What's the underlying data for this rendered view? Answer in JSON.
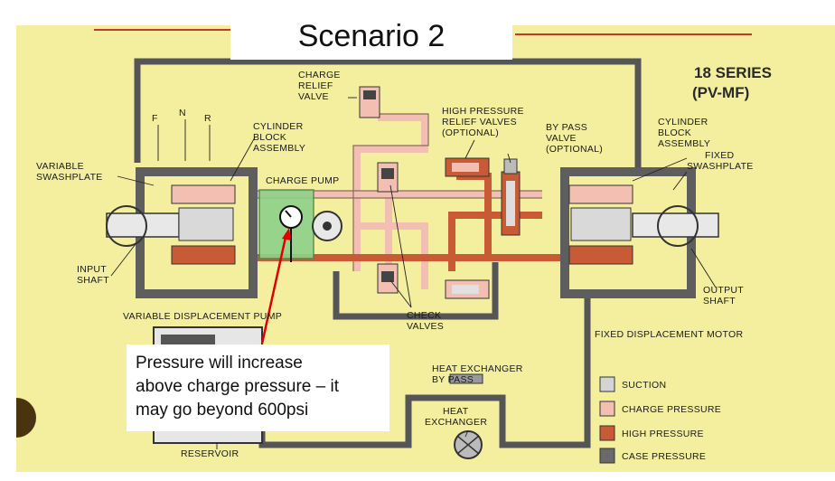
{
  "title": "Scenario 2",
  "series_label": [
    "18 SERIES",
    "(PV-MF)"
  ],
  "note_lines": [
    "Pressure will increase",
    "above charge pressure – it",
    "may go beyond 600psi"
  ],
  "labels": {
    "charge_relief_valve": [
      "CHARGE",
      "RELIEF",
      "VALVE"
    ],
    "high_pressure_relief": [
      "HIGH PRESSURE",
      "RELIEF VALVES",
      "(OPTIONAL)"
    ],
    "bypass_valve": [
      "BY PASS",
      "VALVE",
      "(OPTIONAL)"
    ],
    "cylinder_block_left": [
      "CYLINDER",
      "BLOCK",
      "ASSEMBLY"
    ],
    "cylinder_block_right": [
      "CYLINDER",
      "BLOCK",
      "ASSEMBLY"
    ],
    "fixed_swashplate": [
      "FIXED",
      "SWASHPLATE"
    ],
    "variable_swashplate": [
      "VARIABLE",
      "SWASHPLATE"
    ],
    "charge_pump": "CHARGE PUMP",
    "fnr": [
      "F",
      "N",
      "R"
    ],
    "input_shaft": [
      "INPUT",
      "SHAFT"
    ],
    "output_shaft": [
      "OUTPUT",
      "SHAFT"
    ],
    "variable_displacement_pump": "VARIABLE DISPLACEMENT PUMP",
    "check_valves": [
      "CHECK",
      "VALVES"
    ],
    "fixed_displacement_motor": "FIXED DISPLACEMENT MOTOR",
    "heat_exchanger_bypass": [
      "HEAT EXCHANGER",
      "BY PASS"
    ],
    "heat_exchanger": [
      "HEAT",
      "EXCHANGER"
    ],
    "reservoir": "RESERVOIR"
  },
  "legend": [
    {
      "label": "SUCTION",
      "color": "#d4d4d4"
    },
    {
      "label": "CHARGE PRESSURE",
      "color": "#f2bfb2"
    },
    {
      "label": "HIGH PRESSURE",
      "color": "#c85a35"
    },
    {
      "label": "CASE PRESSURE",
      "color": "#6a6a6a"
    }
  ],
  "colors": {
    "background": "#f3ef9f",
    "case_line": "#555555",
    "high_pressure": "#c85a35",
    "charge": "#f2bfb2",
    "highlight": "#8fd18a",
    "arrow": "#e00000"
  }
}
